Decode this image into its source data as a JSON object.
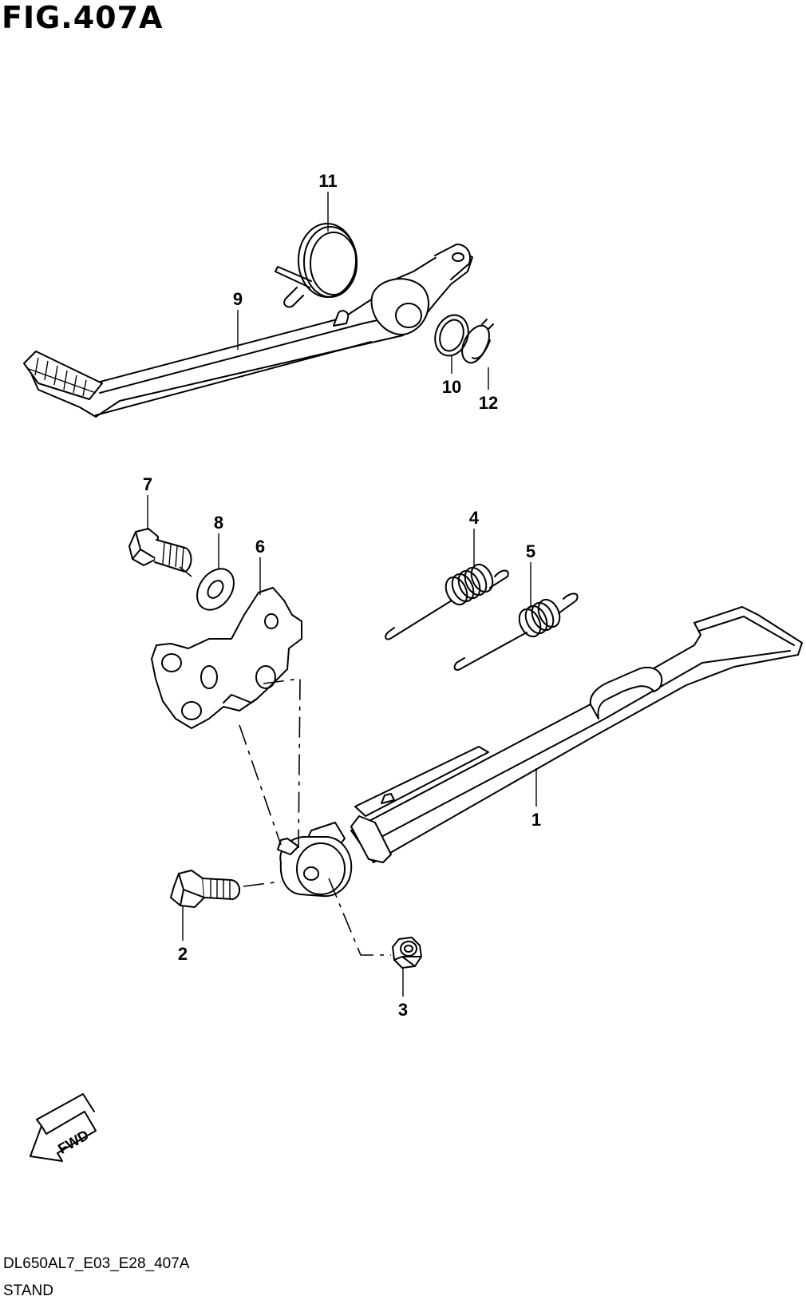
{
  "figure": {
    "title": "FIG.407A",
    "code": "DL650AL7_E03_E28_407A",
    "name": "STAND"
  },
  "fwd_label": "FWD",
  "callouts": [
    {
      "id": "c1",
      "label": "1"
    },
    {
      "id": "c2",
      "label": "2"
    },
    {
      "id": "c3",
      "label": "3"
    },
    {
      "id": "c4",
      "label": "4"
    },
    {
      "id": "c5",
      "label": "5"
    },
    {
      "id": "c6",
      "label": "6"
    },
    {
      "id": "c7",
      "label": "7"
    },
    {
      "id": "c8",
      "label": "8"
    },
    {
      "id": "c9",
      "label": "9"
    },
    {
      "id": "c10",
      "label": "10"
    },
    {
      "id": "c11",
      "label": "11"
    },
    {
      "id": "c12",
      "label": "12"
    }
  ]
}
